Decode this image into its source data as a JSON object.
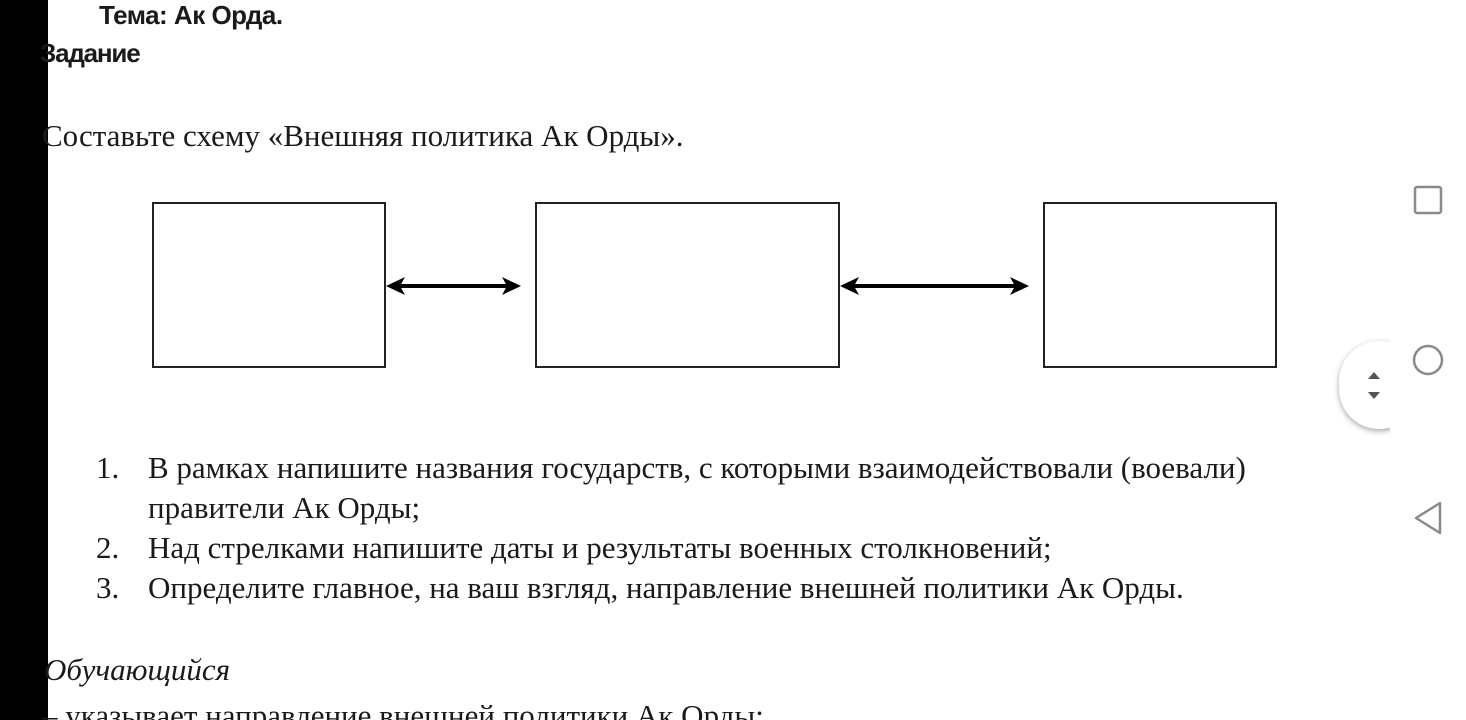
{
  "document": {
    "topic": "Тема: Ак Орда.",
    "task_heading": "Задание",
    "instruction": "Составьте схему «Внешняя политика Ак Орды».",
    "scheme": {
      "boxes": [
        "",
        "",
        ""
      ],
      "arrows": [
        "double-headed-arrow",
        "double-headed-arrow"
      ]
    },
    "steps": [
      {
        "number": "1.",
        "text": "В рамках напишите названия государств, с которыми взаимодействовали (воевали) правители Ак Орды;"
      },
      {
        "number": "2.",
        "text": "Над стрелками напишите даты и результаты военных столкновений;"
      },
      {
        "number": "3.",
        "text": "Определите главное, на ваш взгляд, направление внешней политики Ак Орды."
      }
    ],
    "learner_label": "Обучающийся",
    "criterion": "–  указывает направление внешней политики Ак Орды;"
  },
  "scroll_handle": {
    "icon": "up-down-arrows-icon"
  },
  "system_nav": {
    "recent_icon": "square-icon",
    "home_icon": "circle-icon",
    "back_icon": "triangle-back-icon",
    "color": "#8a8a8a"
  }
}
